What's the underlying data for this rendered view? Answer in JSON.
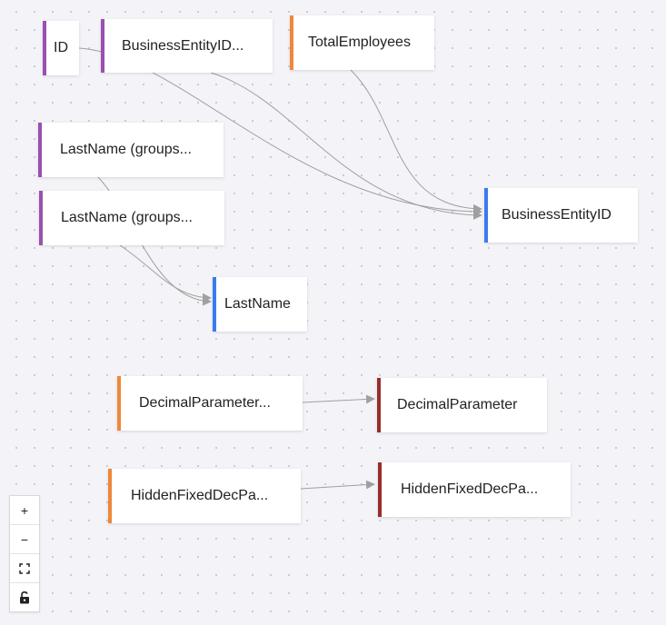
{
  "colors": {
    "purple": "#9b4fb0",
    "orange": "#f0873a",
    "blue": "#3a7bef",
    "darkred": "#9b2c2c",
    "edge": "#a0a0a0"
  },
  "nodes": [
    {
      "id": "id",
      "label": "ID",
      "color": "purple"
    },
    {
      "id": "beid_src",
      "label": "BusinessEntityID...",
      "color": "purple"
    },
    {
      "id": "total_emp",
      "label": "TotalEmployees",
      "color": "orange"
    },
    {
      "id": "lastname_g1",
      "label": "LastName (groups...",
      "color": "purple"
    },
    {
      "id": "lastname_g2",
      "label": "LastName (groups...",
      "color": "purple"
    },
    {
      "id": "beid",
      "label": "BusinessEntityID",
      "color": "blue"
    },
    {
      "id": "lastname",
      "label": "LastName",
      "color": "blue"
    },
    {
      "id": "decparam_src",
      "label": "DecimalParameter...",
      "color": "orange"
    },
    {
      "id": "decparam",
      "label": "DecimalParameter",
      "color": "darkred"
    },
    {
      "id": "hidden_src",
      "label": "HiddenFixedDecPa...",
      "color": "orange"
    },
    {
      "id": "hidden",
      "label": "HiddenFixedDecPa...",
      "color": "darkred"
    }
  ],
  "edges": [
    {
      "from": "id",
      "to": "beid"
    },
    {
      "from": "beid_src",
      "to": "beid"
    },
    {
      "from": "total_emp",
      "to": "beid"
    },
    {
      "from": "lastname_g1",
      "to": "lastname"
    },
    {
      "from": "lastname_g2",
      "to": "lastname"
    },
    {
      "from": "decparam_src",
      "to": "decparam"
    },
    {
      "from": "hidden_src",
      "to": "hidden"
    }
  ],
  "controls": {
    "zoom_in": "+",
    "zoom_out": "−",
    "fit_view_icon": "fit-view-icon",
    "lock_icon": "lock-icon"
  }
}
